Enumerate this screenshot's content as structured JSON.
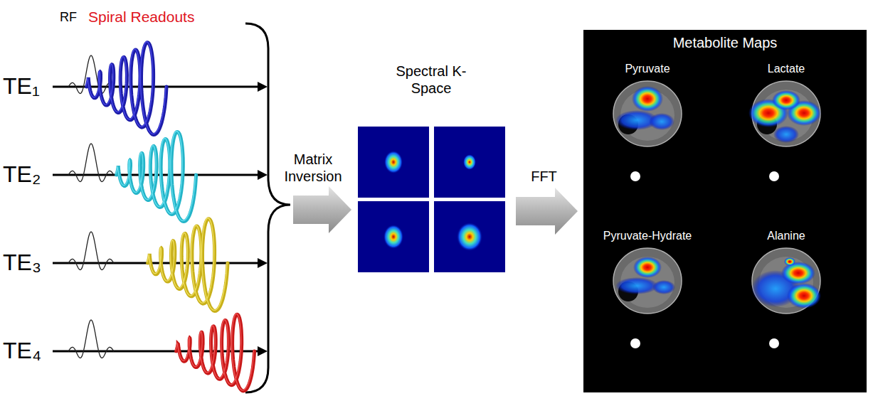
{
  "diagram": {
    "nodes": [
      {
        "text": [
          "Spectral K-Space"
        ]
      },
      {
        "text": [
          "Metabolite Maps"
        ]
      },
      {
        "text": [
          "Pyruvate"
        ],
        "in": 1
      },
      {
        "text": [
          "Lactate"
        ],
        "in": 1
      },
      {
        "text": [
          "Pyruvate-Hydrate"
        ],
        "in": 1
      },
      {
        "text": [
          "Alanine"
        ],
        "in": 1
      }
    ],
    "edges": [
      {
        "from": 0,
        "to": 1,
        "label": "FFT",
        "arrow": "to"
      }
    ],
    "labels": [
      "RF",
      "Spiral Readouts",
      "TE₁",
      "TE₂",
      "TE₃",
      "TE₄",
      "Matrix Inversion"
    ]
  }
}
